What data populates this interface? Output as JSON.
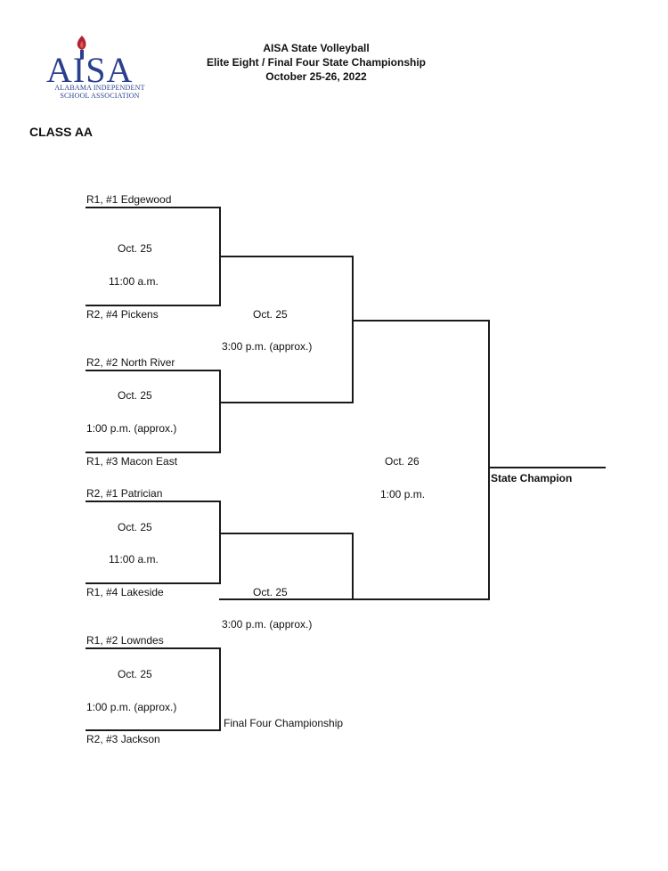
{
  "logo": {
    "acronym": "AISA",
    "org_line1": "ALABAMA INDEPENDENT",
    "org_line2": "SCHOOL ASSOCIATION"
  },
  "header": {
    "line1": "AISA State Volleyball",
    "line2": "Elite Eight / Final Four State Championship",
    "line3": "October 25-26, 2022"
  },
  "class_title": "CLASS AA",
  "teams": [
    "R1, #1  Edgewood",
    "R2, #4  Pickens",
    "R2, #2  North River",
    "R1, #3  Macon East",
    "R2, #1  Patrician",
    "R1, #4  Lakeside",
    "R1, #2  Lowndes",
    "R2, #3  Jackson"
  ],
  "round1": [
    {
      "date": "Oct. 25",
      "time": "11:00 a.m."
    },
    {
      "date": "Oct. 25",
      "time": "1:00 p.m. (approx.)"
    },
    {
      "date": "Oct. 25",
      "time": "11:00 a.m."
    },
    {
      "date": "Oct. 25",
      "time": "1:00 p.m. (approx.)"
    }
  ],
  "semis": [
    {
      "date": "Oct. 25",
      "time": "3:00 p.m. (approx.)"
    },
    {
      "date": "Oct. 25",
      "time": "3:00 p.m. (approx.)"
    }
  ],
  "final": {
    "date": "Oct. 26",
    "time": "1:00 p.m."
  },
  "champion_label": "State Champion",
  "final_four_label": "Final Four Championship"
}
